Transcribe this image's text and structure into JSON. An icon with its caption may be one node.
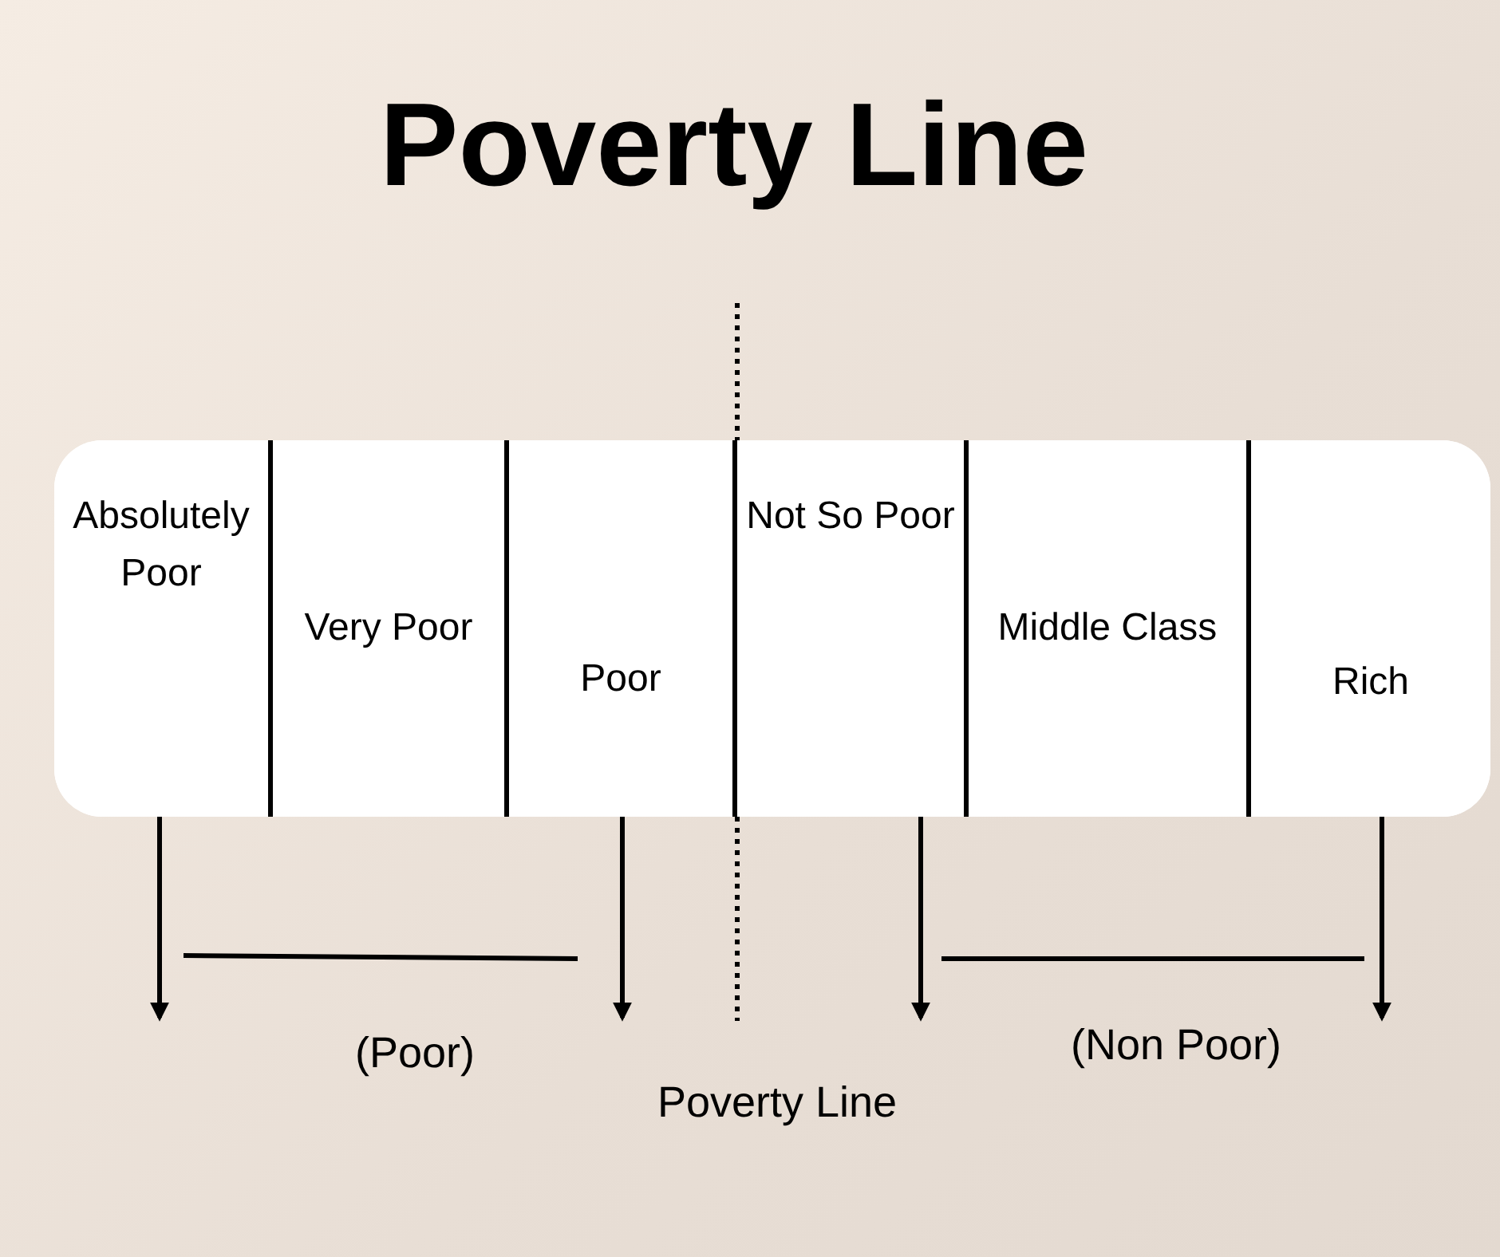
{
  "diagram": {
    "title": "Poverty Line",
    "nodes": [
      {
        "text": [],
        "shape": "bar"
      },
      {
        "text": [
          "Absolutely Poor"
        ],
        "in": 0
      },
      {
        "text": [
          "Very Poor"
        ],
        "in": 0
      },
      {
        "text": [
          "Poor"
        ],
        "in": 0
      },
      {
        "text": [
          "Not So Poor"
        ],
        "in": 0
      },
      {
        "text": [
          "Middle Class"
        ],
        "in": 0
      },
      {
        "text": [
          "Rich"
        ],
        "in": 0
      }
    ],
    "edges": [
      {
        "from": 1,
        "to": null,
        "arrow": "to"
      },
      {
        "from": 3,
        "to": null,
        "arrow": "to"
      },
      {
        "from": 4,
        "to": null,
        "arrow": "to"
      },
      {
        "from": 6,
        "to": null,
        "arrow": "to"
      }
    ],
    "labels": [
      "(Poor)",
      "Poverty Line",
      "(Non Poor)"
    ]
  }
}
